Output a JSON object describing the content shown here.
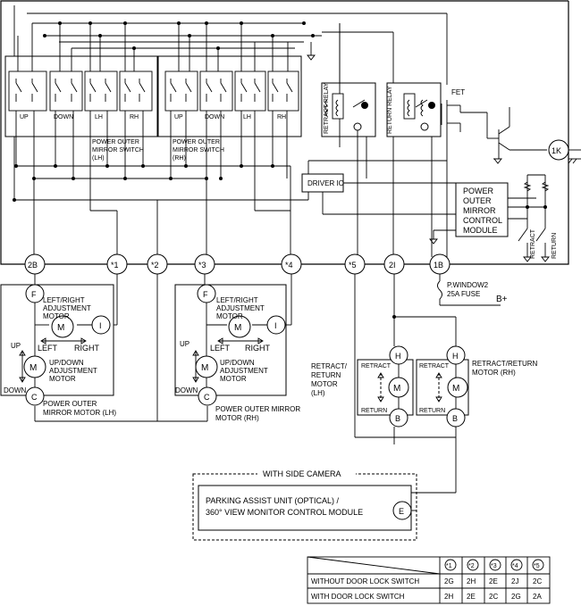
{
  "connectors": {
    "c2B": "2B",
    "s1": "*1",
    "s2": "*2",
    "s3": "*3",
    "s4": "*4",
    "s5": "*5",
    "c2I": "2I",
    "c1B": "1B",
    "c1K": "1K",
    "F": "F",
    "I": "I",
    "C": "C",
    "H": "H",
    "B": "B",
    "E": "E"
  },
  "switch_lh": {
    "up": "UP",
    "down": "DOWN",
    "lh": "LH",
    "rh": "RH",
    "label1": "POWER OUTER",
    "label2": "MIRROR SWITCH",
    "label3": "(LH)"
  },
  "switch_rh": {
    "up": "UP",
    "down": "DOWN",
    "lh": "LH",
    "rh": "RH",
    "label1": "POWER OUTER",
    "label2": "MIRROR SWITCH",
    "label3": "(RH)"
  },
  "relays": {
    "retract": "RETRACT RELAY",
    "return": "RETURN RELAY",
    "fet": "FET",
    "driver_ic": "DRIVER IC"
  },
  "module": {
    "l1": "POWER",
    "l2": "OUTER",
    "l3": "MIRROR",
    "l4": "CONTROL",
    "l5": "MODULE",
    "retract": "RETRACT",
    "return": "RETURN"
  },
  "fuse": {
    "l1": "P.WINDOW2",
    "l2": "25A FUSE",
    "bplus": "B+"
  },
  "motor_lh": {
    "lr1": "LEFT/RIGHT",
    "lr2": "ADJUSTMENT",
    "lr3": "MOTOR",
    "left": "LEFT",
    "right": "RIGHT",
    "up": "UP",
    "down": "DOWN",
    "ud1": "UP/DOWN",
    "ud2": "ADJUSTMENT",
    "ud3": "MOTOR",
    "name1": "POWER OUTER",
    "name2": "MIRROR MOTOR (LH)",
    "m": "M"
  },
  "motor_rh": {
    "lr1": "LEFT/RIGHT",
    "lr2": "ADJUSTMENT",
    "lr3": "MOTOR",
    "left": "LEFT",
    "right": "RIGHT",
    "up": "UP",
    "down": "DOWN",
    "ud1": "UP/DOWN",
    "ud2": "ADJUSTMENT",
    "ud3": "MOTOR",
    "name1": "POWER OUTER MIRROR",
    "name2": "MOTOR (RH)",
    "m": "M"
  },
  "retract_lh": {
    "l1": "RETRACT/",
    "l2": "RETURN",
    "l3": "MOTOR",
    "l4": "(LH)",
    "retract": "RETRACT",
    "return": "RETURN",
    "m": "M"
  },
  "retract_rh": {
    "l1": "RETRACT/RETURN",
    "l2": "MOTOR (RH)",
    "retract": "RETRACT",
    "return": "RETURN",
    "m": "M"
  },
  "camera": {
    "title": "WITH SIDE CAMERA",
    "l1": "PARKING ASSIST UNIT (OPTICAL) /",
    "l2": "360° VIEW MONITOR CONTROL MODULE"
  },
  "table": {
    "headers": [
      "*1",
      "*2",
      "*3",
      "*4",
      "*5"
    ],
    "rows": [
      {
        "label": "WITHOUT DOOR LOCK SWITCH",
        "values": [
          "2G",
          "2H",
          "2E",
          "2J",
          "2C"
        ]
      },
      {
        "label": "WITH DOOR LOCK SWITCH",
        "values": [
          "2H",
          "2E",
          "2C",
          "2G",
          "2A"
        ]
      }
    ]
  }
}
